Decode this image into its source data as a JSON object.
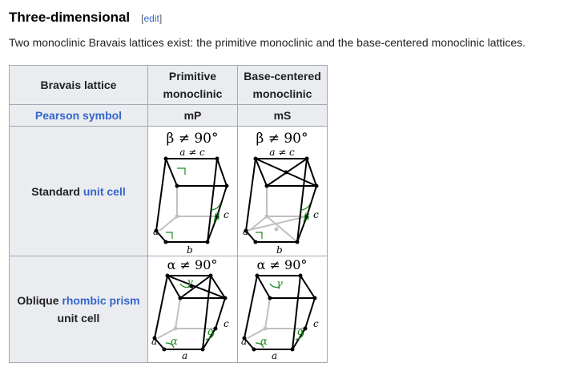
{
  "section": {
    "title": "Three-dimensional",
    "edit_open": "[",
    "edit_label": "edit",
    "edit_close": "]"
  },
  "intro_text": "Two monoclinic Bravais lattices exist: the primitive monoclinic and the base-centered monoclinic lattices.",
  "table": {
    "corner_label": "Bravais lattice",
    "col1": {
      "line1": "Primitive",
      "line2": "monoclinic"
    },
    "col2": {
      "line1": "Base-centered",
      "line2": "monoclinic"
    },
    "row_pearson": {
      "label": "Pearson symbol",
      "col1": "mP",
      "col2": "mS"
    },
    "row_standard": {
      "prefix": "Standard ",
      "link": "unit cell"
    },
    "row_oblique": {
      "prefix": "Oblique ",
      "link": "rhombic prism",
      "line2": "unit cell"
    }
  },
  "diagrams": {
    "standard": {
      "condition1": "β ≠ 90°",
      "condition2": "a ≠ c",
      "label_a": "a",
      "label_b": "b",
      "label_c": "c",
      "label_beta": "β"
    },
    "oblique": {
      "condition1": "α ≠ 90°",
      "label_a": "a",
      "label_bottom": "a",
      "label_c": "c",
      "label_alpha": "α",
      "label_gamma": "γ"
    }
  },
  "colors": {
    "link": "#3366cc",
    "header_bg": "#eaecf0",
    "border": "#a2a9b1",
    "angle_green": "#1a8a1a"
  }
}
